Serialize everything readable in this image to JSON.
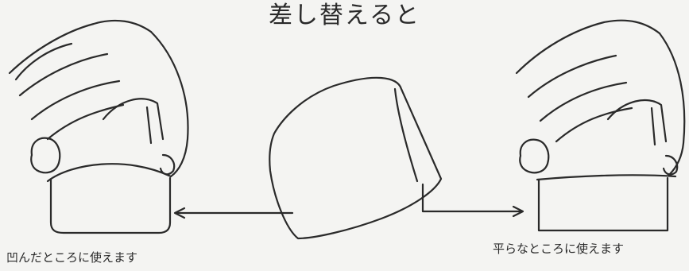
{
  "title": "差し替えると",
  "captions": {
    "left": "凹んだところに使えます",
    "right": "平らなところに使えます"
  },
  "colors": {
    "line": "#2a2a2a",
    "background": "#f4f4f2"
  }
}
